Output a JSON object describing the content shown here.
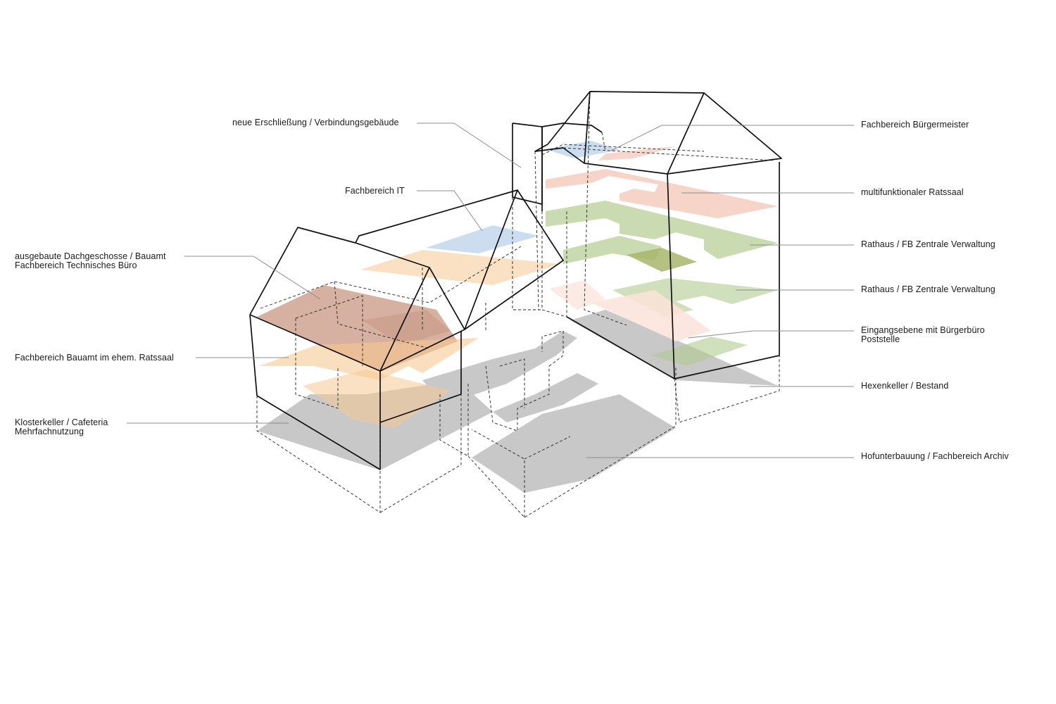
{
  "labels": {
    "left": {
      "erschliessung": "neue Erschließung / Verbindungsgebäude",
      "it": "Fachbereich IT",
      "dachgeschosse": {
        "line1": "ausgebaute Dachgeschosse / Bauamt",
        "line2": "Fachbereich Technisches Büro"
      },
      "bauamt": "Fachbereich Bauamt im ehem. Ratssaal",
      "klosterkeller": {
        "line1": "Klosterkeller / Cafeteria",
        "line2": "Mehrfachnutzung"
      }
    },
    "right": {
      "buergermeister": "Fachbereich Bürgermeister",
      "ratssaal": "multifunktionaler Ratssaal",
      "rathaus_1": "Rathaus / FB Zentrale Verwaltung",
      "rathaus_2": "Rathaus / FB Zentrale Verwaltung",
      "eingang": {
        "line1": "Eingangsebene mit Bürgerbüro",
        "line2": "Poststelle"
      },
      "hexenkeller": "Hexenkeller / Bestand",
      "hofunterbauung": "Hofunterbauung / Fachbereich Archiv"
    }
  },
  "colors": {
    "shadow": "#c8c8c8",
    "orange": "#f7c993",
    "brown": "#c48e78",
    "blue": "#a9c6e2",
    "salmon": "#f1b7a4",
    "green": "#b3cc90",
    "olive": "#a8b66a",
    "pale_pink": "#fbe3da"
  }
}
